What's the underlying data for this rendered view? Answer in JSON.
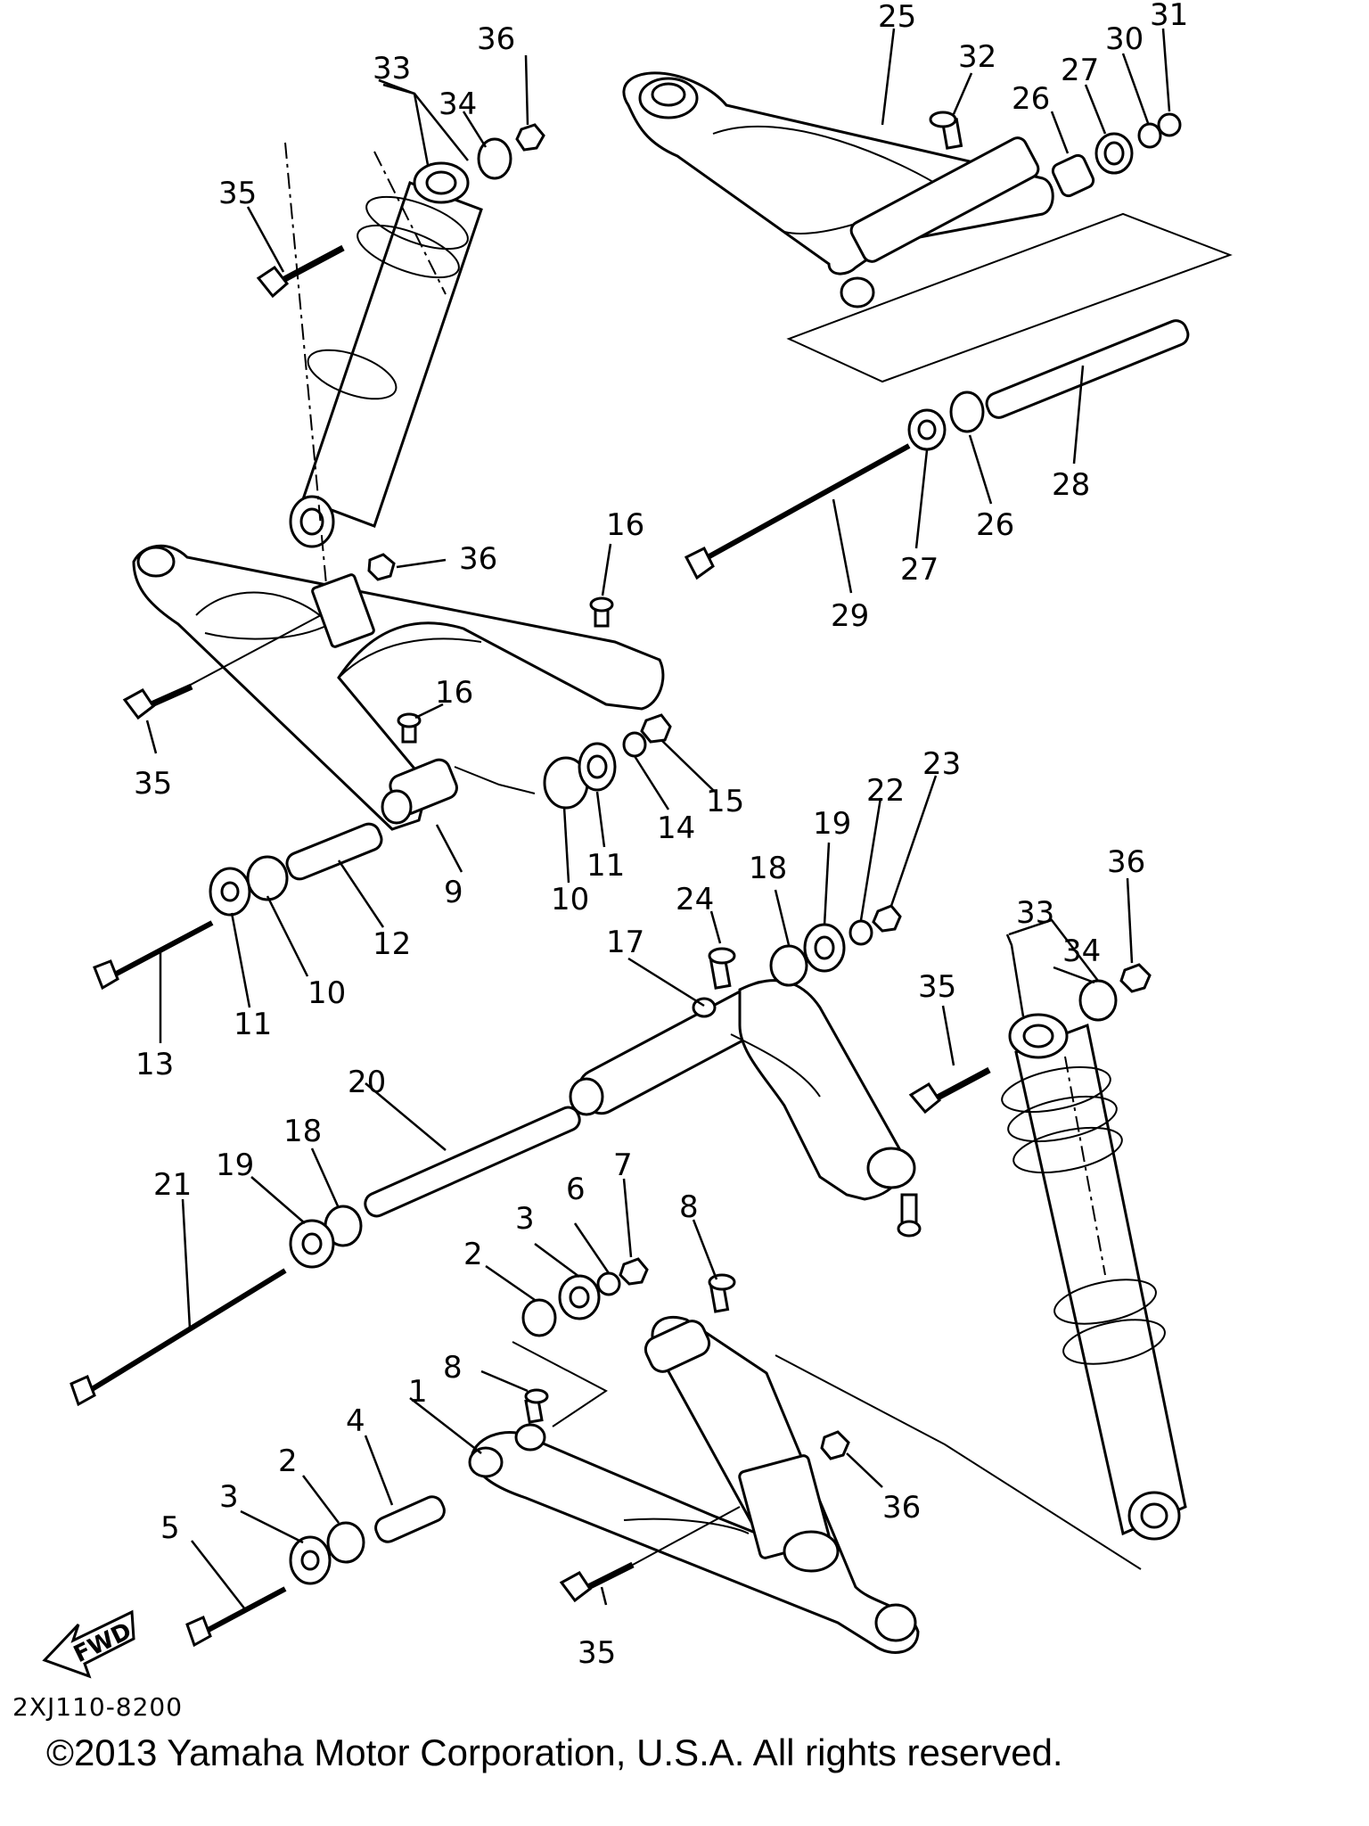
{
  "diagram": {
    "code": "2XJ110-8200",
    "copyright": "©2013 Yamaha Motor Corporation, U.S.A. All rights reserved.",
    "direction_badge": "FWD",
    "callouts": [
      "1",
      "2",
      "3",
      "4",
      "5",
      "6",
      "7",
      "8",
      "9",
      "10",
      "11",
      "12",
      "13",
      "14",
      "15",
      "16",
      "17",
      "18",
      "19",
      "20",
      "21",
      "22",
      "23",
      "24",
      "25",
      "26",
      "27",
      "28",
      "29",
      "30",
      "31",
      "32",
      "33",
      "34",
      "35",
      "36"
    ]
  }
}
